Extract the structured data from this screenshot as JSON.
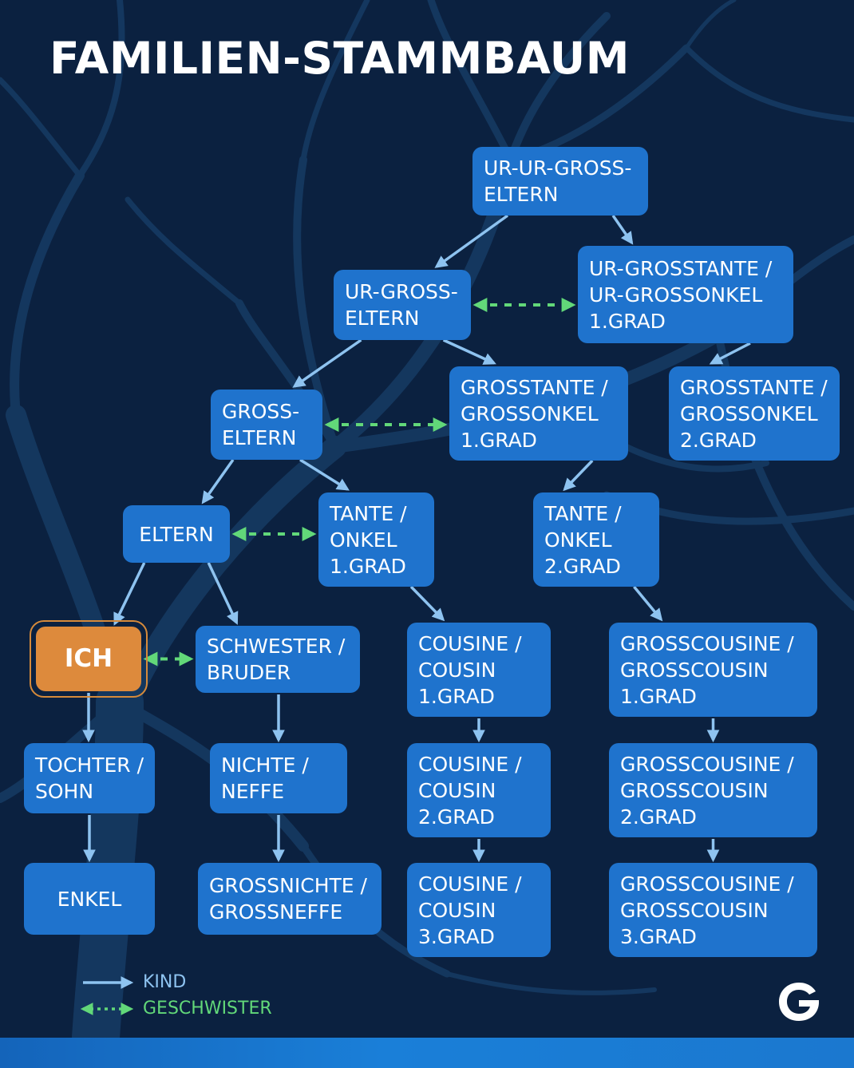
{
  "title": "FAMILIEN-STAMMBAUM",
  "colors": {
    "background": "#0b2140",
    "box": "#1f73cd",
    "ich_box": "#dd8a3c",
    "kind_arrow": "#8ec3f0",
    "geschwister_arrow": "#62d879"
  },
  "nodes": {
    "ur_ur_grosseltern": {
      "lines": [
        "UR-UR-GROSS-",
        "ELTERN"
      ]
    },
    "ur_grosseltern": {
      "lines": [
        "UR-GROSS-",
        "ELTERN"
      ]
    },
    "ur_grosstante_1": {
      "lines": [
        "UR-GROSSTANTE /",
        "UR-GROSSONKEL",
        "1.GRAD"
      ]
    },
    "grosseltern": {
      "lines": [
        "GROSS-",
        "ELTERN"
      ]
    },
    "grosstante_1": {
      "lines": [
        "GROSSTANTE /",
        "GROSSONKEL",
        "1.GRAD"
      ]
    },
    "grosstante_2": {
      "lines": [
        "GROSSTANTE /",
        "GROSSONKEL",
        "2.GRAD"
      ]
    },
    "eltern": {
      "lines": [
        "ELTERN"
      ]
    },
    "tante_1": {
      "lines": [
        "TANTE /",
        "ONKEL",
        "1.GRAD"
      ]
    },
    "tante_2": {
      "lines": [
        "TANTE /",
        "ONKEL",
        "2.GRAD"
      ]
    },
    "ich": {
      "lines": [
        "ICH"
      ]
    },
    "schwester": {
      "lines": [
        "SCHWESTER /",
        "BRUDER"
      ]
    },
    "cousin_1": {
      "lines": [
        "COUSINE /",
        "COUSIN",
        "1.GRAD"
      ]
    },
    "grosscousin_1": {
      "lines": [
        "GROSSCOUSINE /",
        "GROSSCOUSIN",
        "1.GRAD"
      ]
    },
    "tochter": {
      "lines": [
        "TOCHTER /",
        "SOHN"
      ]
    },
    "nichte": {
      "lines": [
        "NICHTE /",
        "NEFFE"
      ]
    },
    "cousin_2": {
      "lines": [
        "COUSINE /",
        "COUSIN",
        "2.GRAD"
      ]
    },
    "grosscousin_2": {
      "lines": [
        "GROSSCOUSINE /",
        "GROSSCOUSIN",
        "2.GRAD"
      ]
    },
    "enkel": {
      "lines": [
        "ENKEL"
      ]
    },
    "grossnichte": {
      "lines": [
        "GROSSNICHTE /",
        "GROSSNEFFE"
      ]
    },
    "cousin_3": {
      "lines": [
        "COUSINE /",
        "COUSIN",
        "3.GRAD"
      ]
    },
    "grosscousin_3": {
      "lines": [
        "GROSSCOUSINE /",
        "GROSSCOUSIN",
        "3.GRAD"
      ]
    }
  },
  "edges": {
    "kind": [
      [
        "ur_ur_grosseltern",
        "ur_grosseltern"
      ],
      [
        "ur_ur_grosseltern",
        "ur_grosstante_1"
      ],
      [
        "ur_grosseltern",
        "grosseltern"
      ],
      [
        "ur_grosseltern",
        "grosstante_1"
      ],
      [
        "ur_grosstante_1",
        "grosstante_2"
      ],
      [
        "grosseltern",
        "eltern"
      ],
      [
        "grosseltern",
        "tante_1"
      ],
      [
        "grosstante_1",
        "tante_2"
      ],
      [
        "eltern",
        "ich"
      ],
      [
        "eltern",
        "schwester"
      ],
      [
        "tante_1",
        "cousin_1"
      ],
      [
        "tante_2",
        "grosscousin_1"
      ],
      [
        "ich",
        "tochter"
      ],
      [
        "tochter",
        "enkel"
      ],
      [
        "schwester",
        "nichte"
      ],
      [
        "nichte",
        "grossnichte"
      ],
      [
        "cousin_1",
        "cousin_2"
      ],
      [
        "cousin_2",
        "cousin_3"
      ],
      [
        "grosscousin_1",
        "grosscousin_2"
      ],
      [
        "grosscousin_2",
        "grosscousin_3"
      ]
    ],
    "geschwister": [
      [
        "ur_grosseltern",
        "ur_grosstante_1"
      ],
      [
        "grosseltern",
        "grosstante_1"
      ],
      [
        "eltern",
        "tante_1"
      ],
      [
        "ich",
        "schwester"
      ]
    ]
  },
  "legend": {
    "kind": "KIND",
    "geschwister": "GESCHWISTER"
  },
  "logo": {
    "letter": "G"
  }
}
